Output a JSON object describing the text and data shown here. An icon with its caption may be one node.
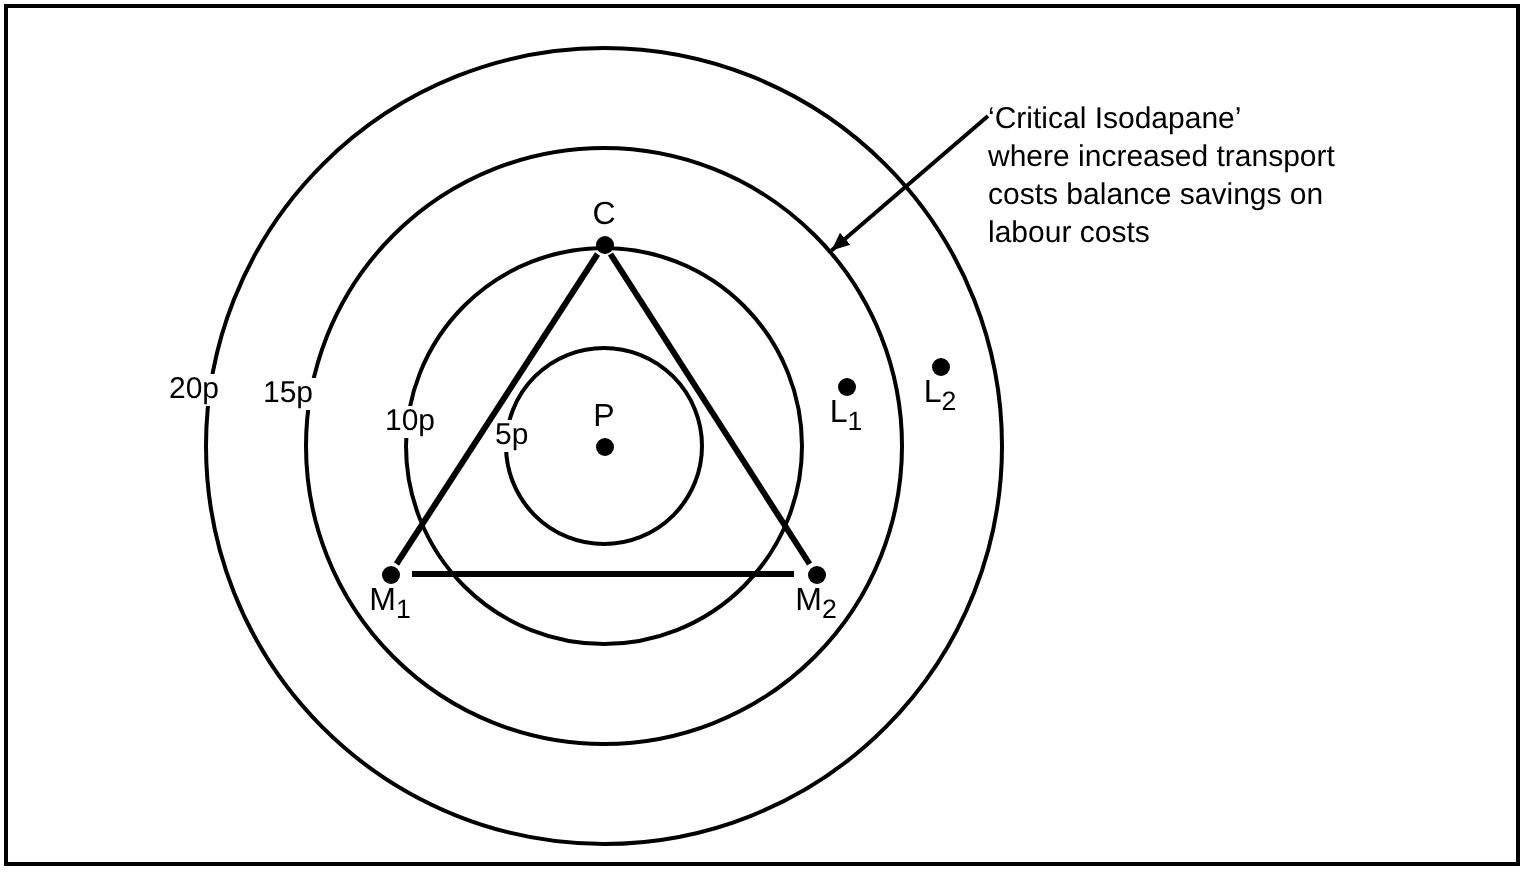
{
  "diagram": {
    "nodes": [
      {
        "text": [
          "20p"
        ]
      },
      {
        "text": [
          "15p"
        ],
        "in": 0
      },
      {
        "text": [
          "10p"
        ],
        "in": 1
      },
      {
        "text": [
          "5p"
        ],
        "in": 2
      },
      {
        "text": [
          "P"
        ],
        "in": 3
      },
      {
        "text": [
          "C"
        ],
        "in": 1
      },
      {
        "text": [
          "M$_{1}$"
        ],
        "in": 1
      },
      {
        "text": [
          "M$_{2}$"
        ],
        "in": 1
      },
      {
        "text": [
          "L$_{1}$"
        ],
        "in": 1
      },
      {
        "text": [
          "L$_{2}$"
        ],
        "in": 0
      },
      {
        "text": [
          "‘Critical Isodapane’",
          "where increased transport costs balance savings on labour costs"
        ]
      }
    ],
    "edges": [
      {
        "from": 5,
        "to": 6,
        "arrow": "none"
      },
      {
        "from": 6,
        "to": 7,
        "arrow": "none"
      },
      {
        "from": 7,
        "to": 5,
        "arrow": "none"
      },
      {
        "from": 10,
        "to": 1,
        "arrow": "to"
      }
    ]
  }
}
